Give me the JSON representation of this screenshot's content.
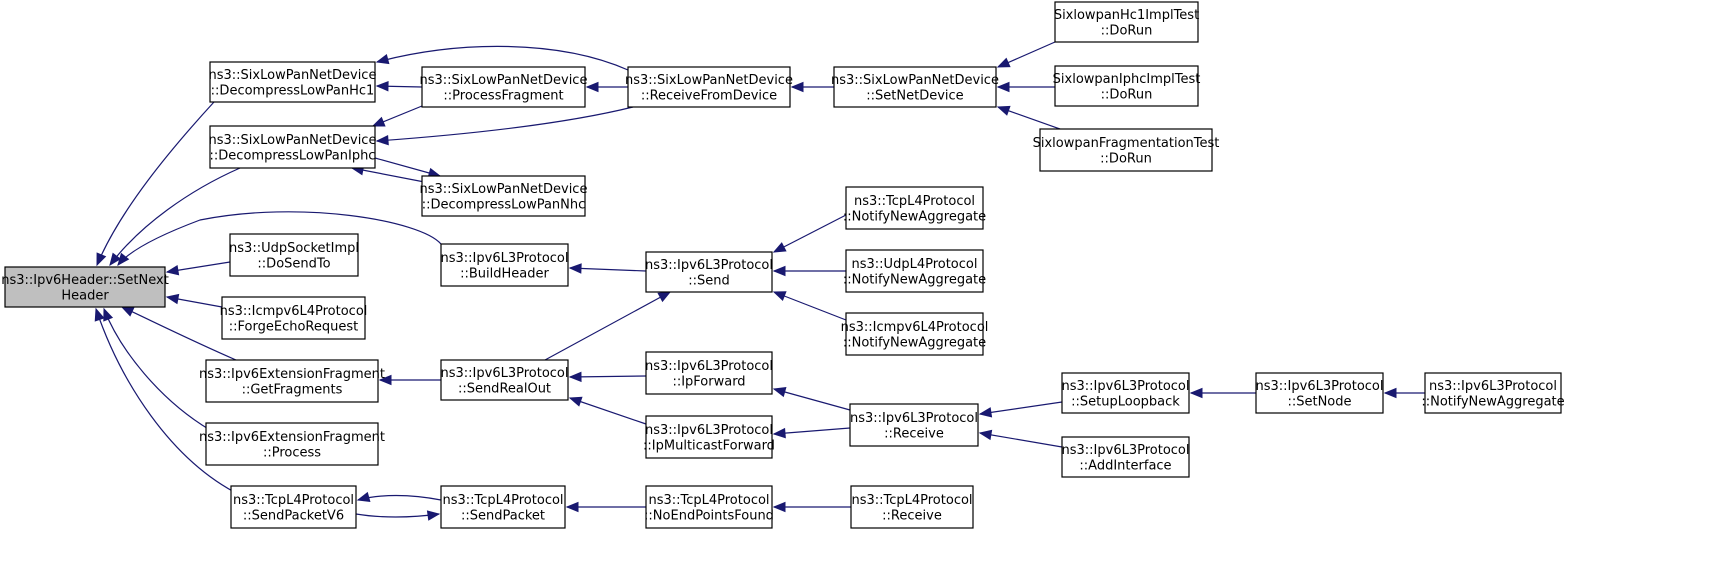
{
  "graph": {
    "title": "",
    "nodes": [
      {
        "id": "root",
        "lines": [
          "ns3::Ipv6Header::SetNext",
          "Header"
        ],
        "root": true
      },
      {
        "id": "dec_hc1",
        "lines": [
          "ns3::SixLowPanNetDevice",
          "::DecompressLowPanHc1"
        ]
      },
      {
        "id": "proc_frag",
        "lines": [
          "ns3::SixLowPanNetDevice",
          "::ProcessFragment"
        ]
      },
      {
        "id": "recv_dev",
        "lines": [
          "ns3::SixLowPanNetDevice",
          "::ReceiveFromDevice"
        ]
      },
      {
        "id": "set_netdev",
        "lines": [
          "ns3::SixLowPanNetDevice",
          "::SetNetDevice"
        ]
      },
      {
        "id": "hc1_test",
        "lines": [
          "SixlowpanHc1ImplTest",
          "::DoRun"
        ]
      },
      {
        "id": "iphc_test",
        "lines": [
          "SixlowpanIphcImplTest",
          "::DoRun"
        ]
      },
      {
        "id": "frag_test",
        "lines": [
          "SixlowpanFragmentationTest",
          "::DoRun"
        ]
      },
      {
        "id": "dec_iphc",
        "lines": [
          "ns3::SixLowPanNetDevice",
          "::DecompressLowPanIphc"
        ]
      },
      {
        "id": "dec_nhc",
        "lines": [
          "ns3::SixLowPanNetDevice",
          "::DecompressLowPanNhc"
        ]
      },
      {
        "id": "udp_send",
        "lines": [
          "ns3::UdpSocketImpl",
          "::DoSendTo"
        ]
      },
      {
        "id": "build_hdr",
        "lines": [
          "ns3::Ipv6L3Protocol",
          "::BuildHeader"
        ]
      },
      {
        "id": "l3_send",
        "lines": [
          "ns3::Ipv6L3Protocol",
          "::Send"
        ]
      },
      {
        "id": "tcp_nna",
        "lines": [
          "ns3::TcpL4Protocol",
          "::NotifyNewAggregate"
        ]
      },
      {
        "id": "udp_nna",
        "lines": [
          "ns3::UdpL4Protocol",
          "::NotifyNewAggregate"
        ]
      },
      {
        "id": "icmp_nna",
        "lines": [
          "ns3::Icmpv6L4Protocol",
          "::NotifyNewAggregate"
        ]
      },
      {
        "id": "icmp_echo",
        "lines": [
          "ns3::Icmpv6L4Protocol",
          "::ForgeEchoRequest"
        ]
      },
      {
        "id": "get_frags",
        "lines": [
          "ns3::Ipv6ExtensionFragment",
          "::GetFragments"
        ]
      },
      {
        "id": "send_real",
        "lines": [
          "ns3::Ipv6L3Protocol",
          "::SendRealOut"
        ]
      },
      {
        "id": "ip_fwd",
        "lines": [
          "ns3::Ipv6L3Protocol",
          "::IpForward"
        ]
      },
      {
        "id": "ip_mcast",
        "lines": [
          "ns3::Ipv6L3Protocol",
          "::IpMulticastForward"
        ]
      },
      {
        "id": "l3_recv",
        "lines": [
          "ns3::Ipv6L3Protocol",
          "::Receive"
        ]
      },
      {
        "id": "setup_lb",
        "lines": [
          "ns3::Ipv6L3Protocol",
          "::SetupLoopback"
        ]
      },
      {
        "id": "set_node",
        "lines": [
          "ns3::Ipv6L3Protocol",
          "::SetNode"
        ]
      },
      {
        "id": "l3_nna",
        "lines": [
          "ns3::Ipv6L3Protocol",
          "::NotifyNewAggregate"
        ]
      },
      {
        "id": "add_if",
        "lines": [
          "ns3::Ipv6L3Protocol",
          "::AddInterface"
        ]
      },
      {
        "id": "ext_proc",
        "lines": [
          "ns3::Ipv6ExtensionFragment",
          "::Process"
        ]
      },
      {
        "id": "tcp_spv6",
        "lines": [
          "ns3::TcpL4Protocol",
          "::SendPacketV6"
        ]
      },
      {
        "id": "tcp_sp",
        "lines": [
          "ns3::TcpL4Protocol",
          "::SendPacket"
        ]
      },
      {
        "id": "no_ep",
        "lines": [
          "ns3::TcpL4Protocol",
          "::NoEndPointsFound"
        ]
      },
      {
        "id": "tcp_recv",
        "lines": [
          "ns3::TcpL4Protocol",
          "::Receive"
        ]
      }
    ],
    "edges": [
      {
        "from": "dec_hc1",
        "to": "root"
      },
      {
        "from": "dec_iphc",
        "to": "root"
      },
      {
        "from": "build_hdr",
        "to": "root"
      },
      {
        "from": "udp_send",
        "to": "root"
      },
      {
        "from": "icmp_echo",
        "to": "root"
      },
      {
        "from": "get_frags",
        "to": "root"
      },
      {
        "from": "ext_proc",
        "to": "root"
      },
      {
        "from": "tcp_spv6",
        "to": "root"
      },
      {
        "from": "proc_frag",
        "to": "dec_hc1"
      },
      {
        "from": "recv_dev",
        "to": "dec_hc1"
      },
      {
        "from": "proc_frag",
        "to": "dec_iphc"
      },
      {
        "from": "recv_dev",
        "to": "dec_iphc"
      },
      {
        "from": "dec_nhc",
        "to": "dec_iphc"
      },
      {
        "from": "dec_iphc",
        "to": "dec_nhc"
      },
      {
        "from": "recv_dev",
        "to": "proc_frag"
      },
      {
        "from": "set_netdev",
        "to": "recv_dev"
      },
      {
        "from": "hc1_test",
        "to": "set_netdev"
      },
      {
        "from": "iphc_test",
        "to": "set_netdev"
      },
      {
        "from": "frag_test",
        "to": "set_netdev"
      },
      {
        "from": "l3_send",
        "to": "build_hdr"
      },
      {
        "from": "tcp_nna",
        "to": "l3_send"
      },
      {
        "from": "udp_nna",
        "to": "l3_send"
      },
      {
        "from": "icmp_nna",
        "to": "l3_send"
      },
      {
        "from": "send_real",
        "to": "get_frags"
      },
      {
        "from": "send_real",
        "to": "l3_send"
      },
      {
        "from": "ip_fwd",
        "to": "send_real"
      },
      {
        "from": "ip_mcast",
        "to": "send_real"
      },
      {
        "from": "l3_recv",
        "to": "ip_fwd"
      },
      {
        "from": "l3_recv",
        "to": "ip_mcast"
      },
      {
        "from": "setup_lb",
        "to": "l3_recv"
      },
      {
        "from": "add_if",
        "to": "l3_recv"
      },
      {
        "from": "set_node",
        "to": "setup_lb"
      },
      {
        "from": "l3_nna",
        "to": "set_node"
      },
      {
        "from": "tcp_sp",
        "to": "tcp_spv6"
      },
      {
        "from": "tcp_spv6",
        "to": "tcp_sp"
      },
      {
        "from": "no_ep",
        "to": "tcp_sp"
      },
      {
        "from": "tcp_recv",
        "to": "no_ep"
      }
    ]
  }
}
